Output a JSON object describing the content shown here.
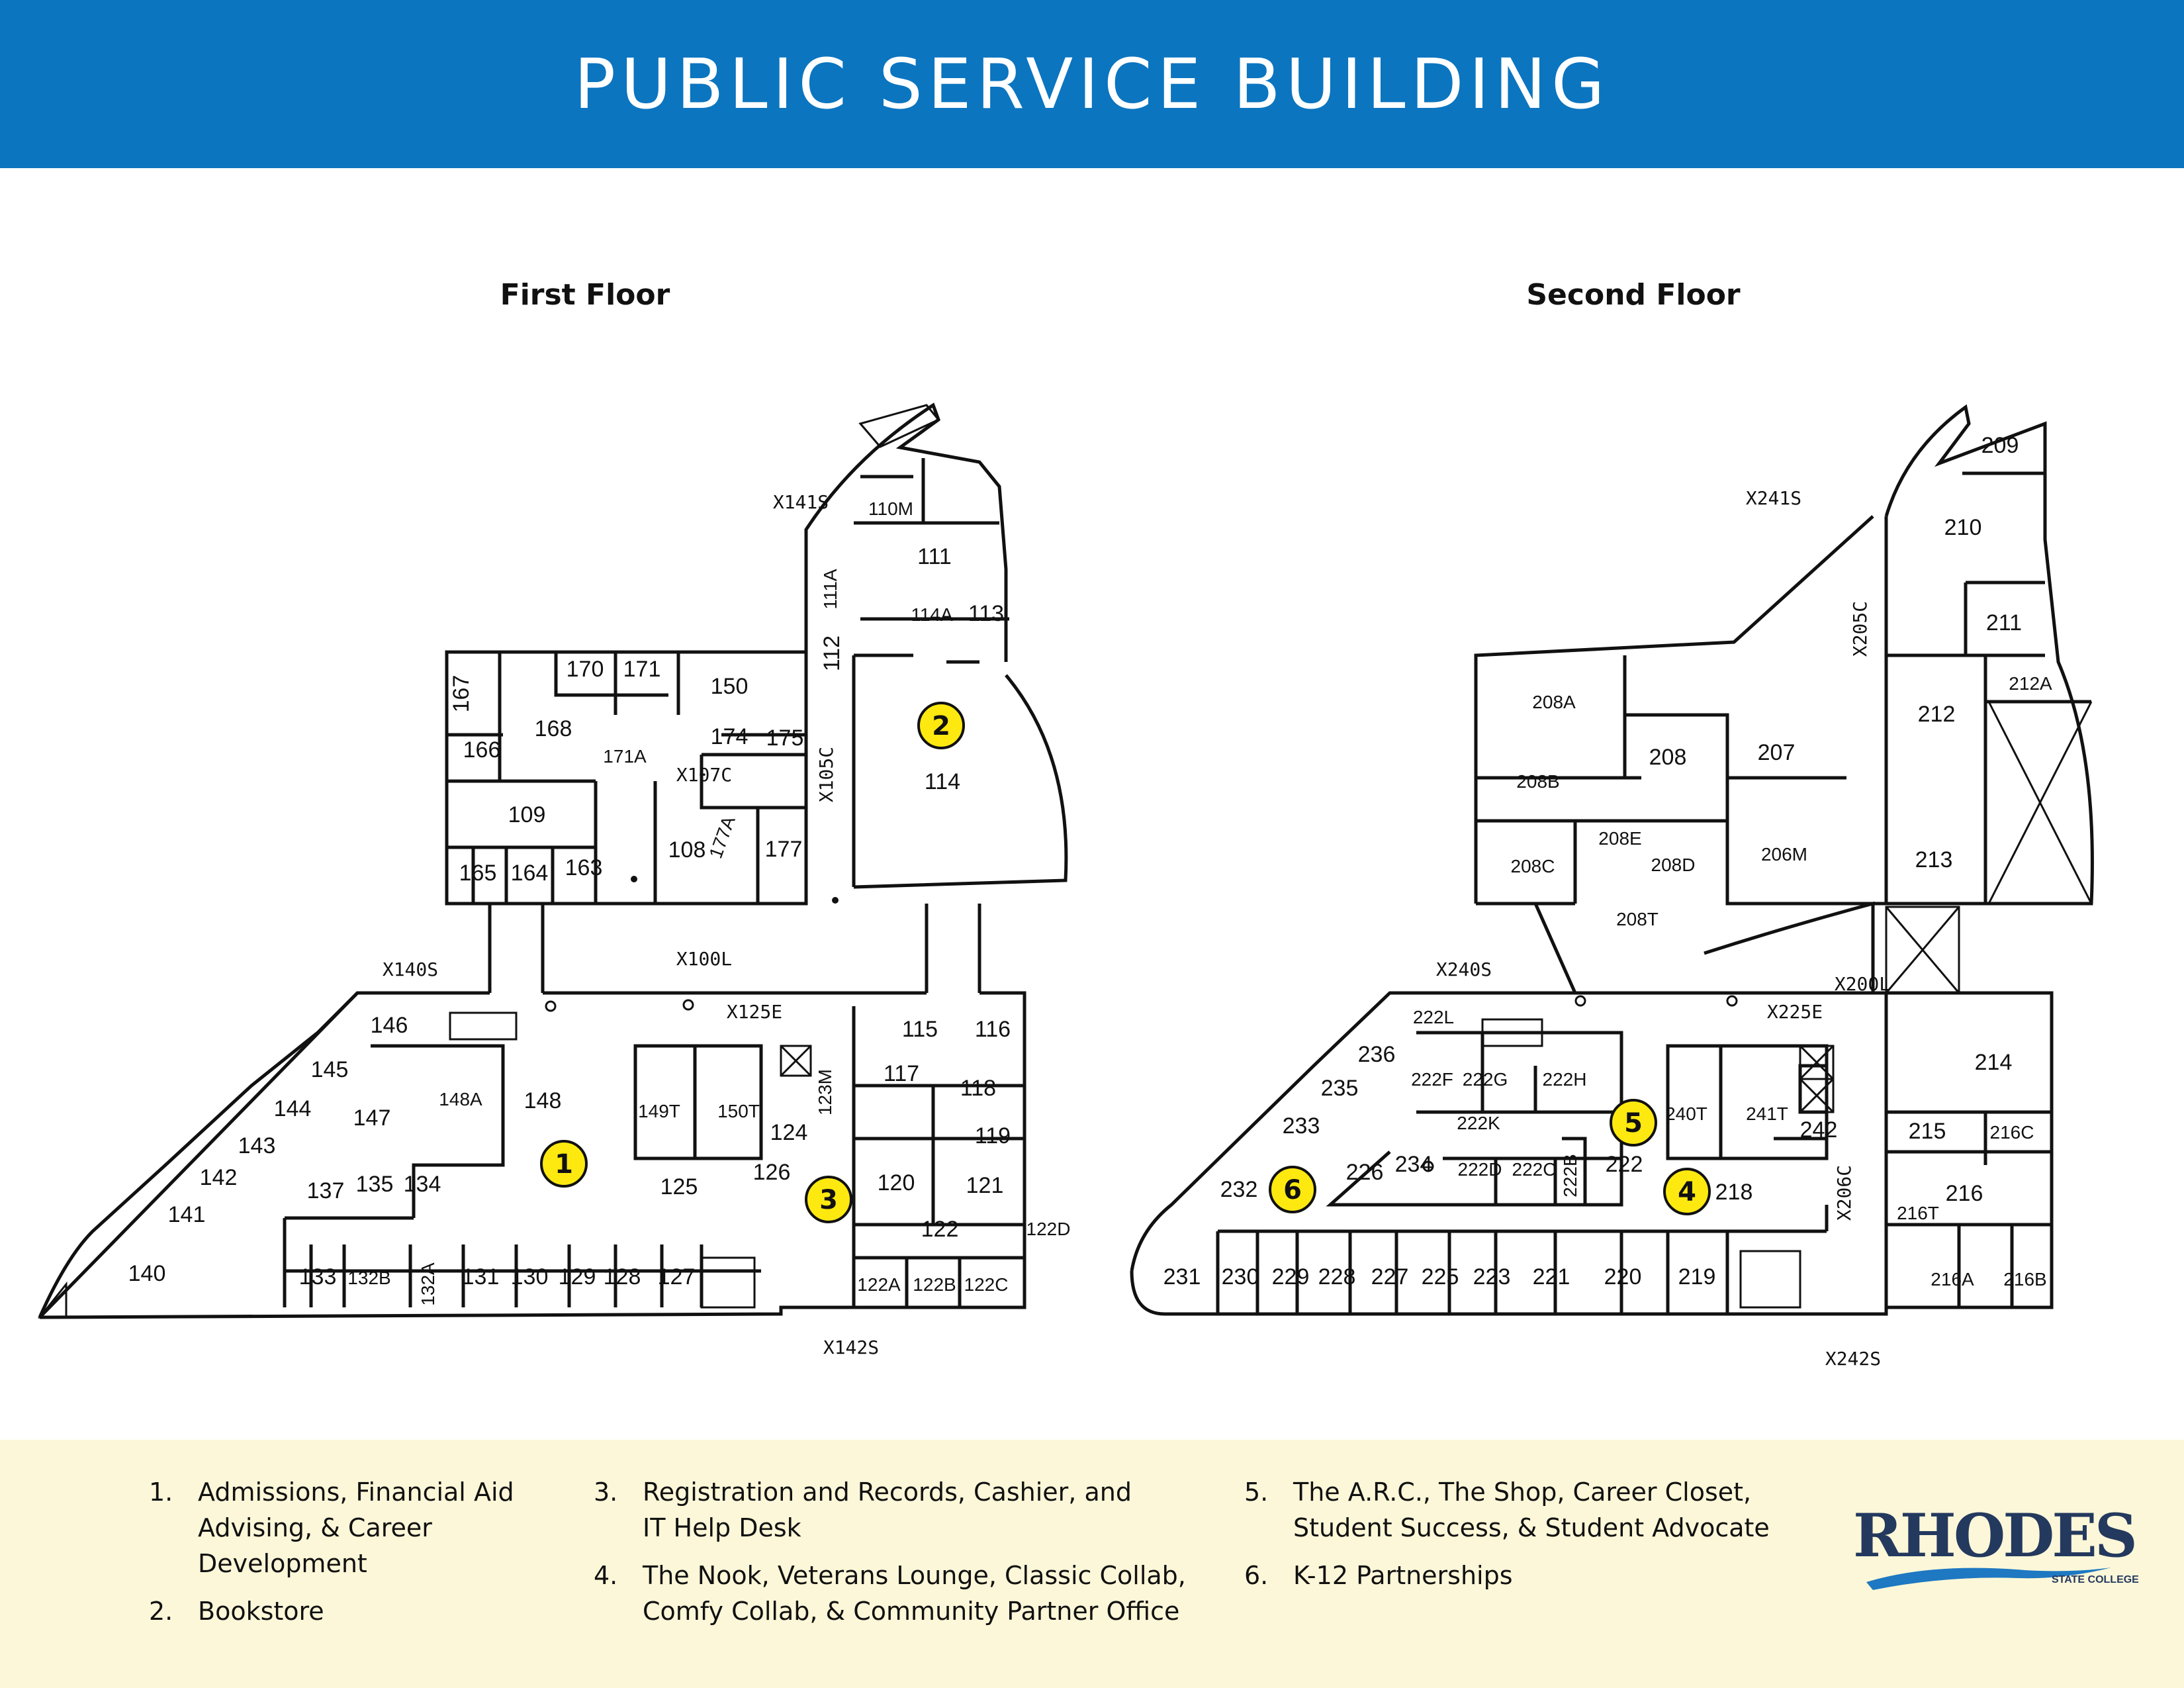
{
  "header": {
    "title": "PUBLIC SERVICE BUILDING"
  },
  "floors": [
    {
      "label": "First Floor"
    },
    {
      "label": "Second Floor"
    }
  ],
  "markers": [
    "1",
    "2",
    "3",
    "4",
    "5",
    "6"
  ],
  "first_floor_rooms": [
    "110M",
    "111",
    "111A",
    "112",
    "114A",
    "113",
    "114",
    "170",
    "171",
    "150",
    "167",
    "168",
    "166",
    "171A",
    "174",
    "175",
    "X107C",
    "X105C",
    "109",
    "108",
    "177A",
    "177",
    "165",
    "164",
    "163",
    "X141S",
    "X100L",
    "X140S",
    "X125E",
    "146",
    "148A",
    "148",
    "149T",
    "150T",
    "115",
    "116",
    "117",
    "118",
    "145",
    "144",
    "147",
    "143",
    "123M",
    "124",
    "119",
    "142",
    "137",
    "135",
    "134",
    "125",
    "126",
    "120",
    "121",
    "141",
    "122",
    "122D",
    "140",
    "133",
    "132B",
    "132A",
    "131",
    "130",
    "129",
    "128",
    "127",
    "122A",
    "122B",
    "122C",
    "X142S"
  ],
  "second_floor_rooms": [
    "209",
    "210",
    "211",
    "212A",
    "212",
    "213",
    "X241S",
    "X205C",
    "208A",
    "208",
    "207",
    "208B",
    "208E",
    "208D",
    "206M",
    "208C",
    "208T",
    "X240S",
    "X200L",
    "X225E",
    "222L",
    "222F",
    "222G",
    "222H",
    "236",
    "235",
    "240T",
    "241T",
    "242",
    "233",
    "222K",
    "214",
    "215",
    "216C",
    "234",
    "222D",
    "222C",
    "222B",
    "222",
    "226",
    "232",
    "218",
    "X206C",
    "216",
    "216T",
    "231",
    "230",
    "229",
    "228",
    "227",
    "225",
    "223",
    "221",
    "220",
    "219",
    "216A",
    "216B",
    "X242S"
  ],
  "legend": [
    {
      "num": "1.",
      "lines": [
        "Admissions, Financial Aid",
        "Advising, & Career",
        "Development"
      ]
    },
    {
      "num": "2.",
      "lines": [
        "Bookstore"
      ]
    },
    {
      "num": "3.",
      "lines": [
        "Registration and Records, Cashier, and",
        "IT Help Desk"
      ]
    },
    {
      "num": "4.",
      "lines": [
        "The Nook, Veterans Lounge, Classic Collab,",
        "Comfy Collab, & Community Partner Office"
      ]
    },
    {
      "num": "5.",
      "lines": [
        "The A.R.C., The Shop, Career Closet,",
        "Student Success, & Student Advocate"
      ]
    },
    {
      "num": "6.",
      "lines": [
        "K-12 Partnerships"
      ]
    }
  ],
  "logo": {
    "wordmark": "RHODES",
    "subtitle": "STATE COLLEGE"
  },
  "colors": {
    "header": "#0b75c0",
    "footer": "#fcf7d8",
    "marker": "#fde910",
    "logo": "#24395e",
    "logo_swoosh": "#1e78c2"
  }
}
